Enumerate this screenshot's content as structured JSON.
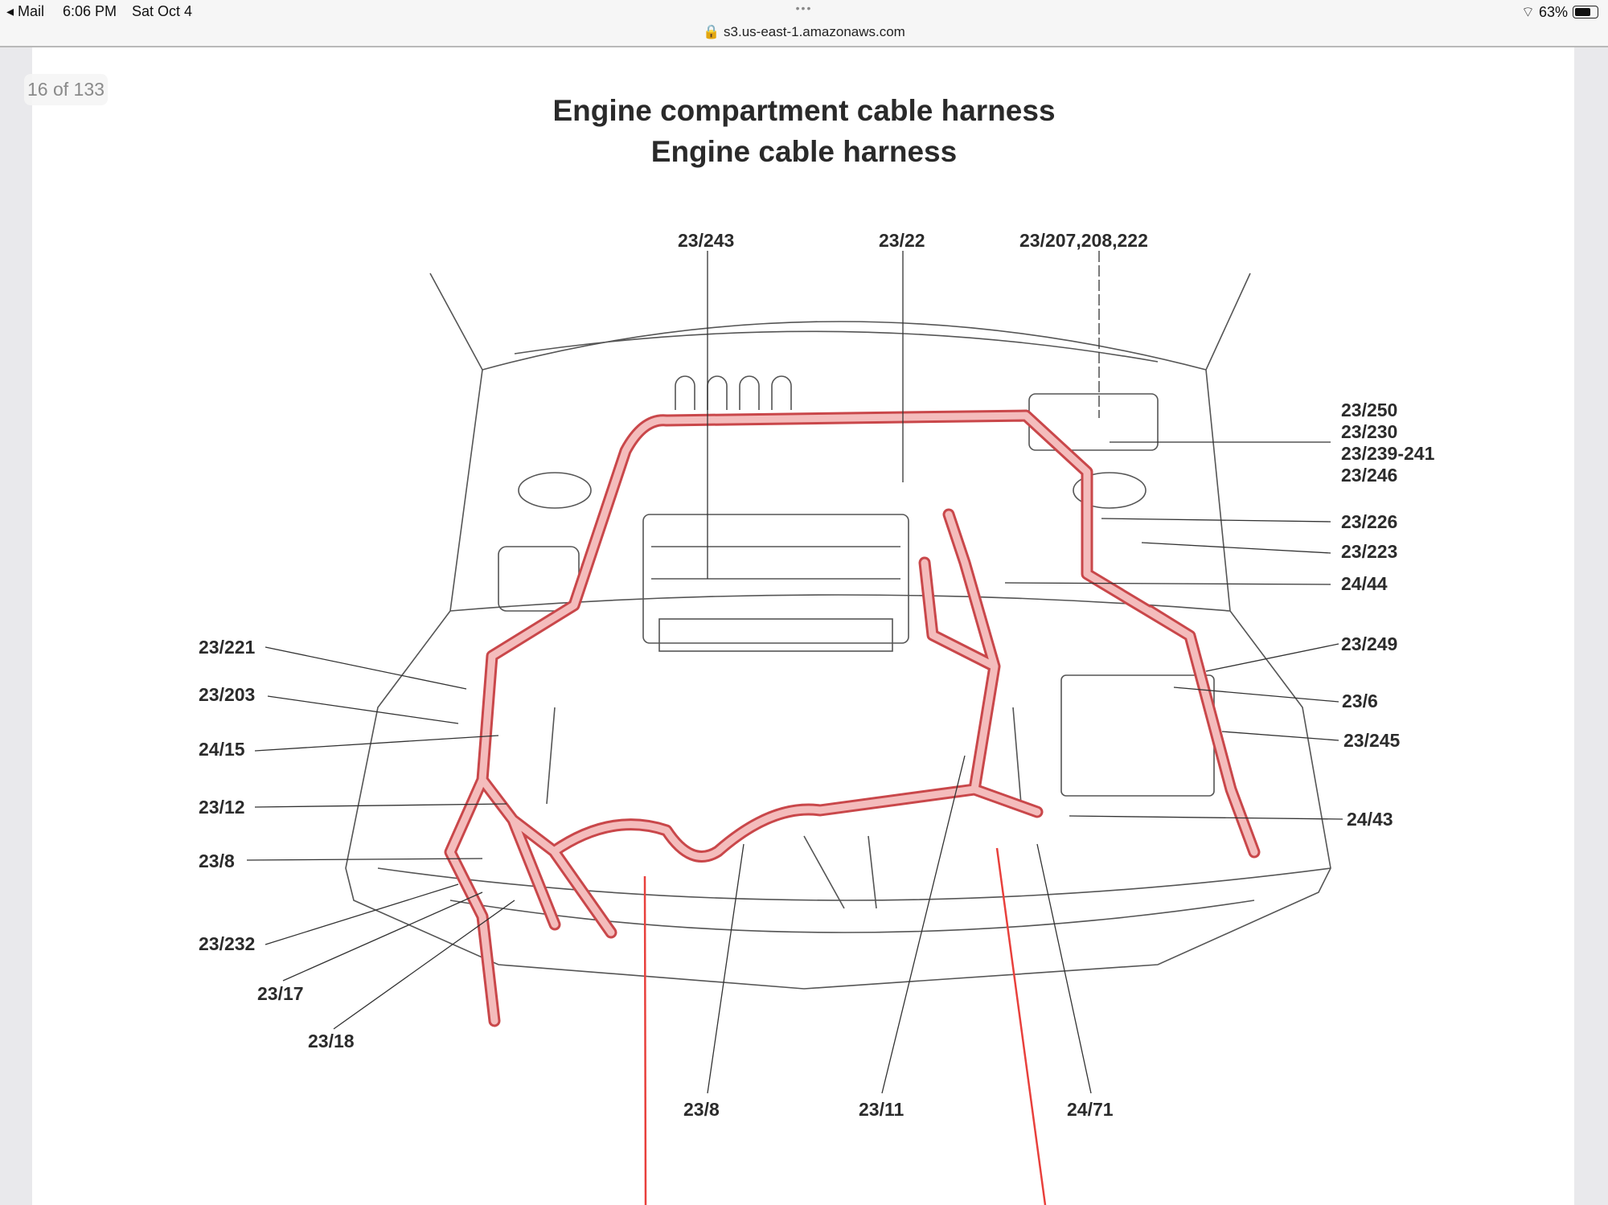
{
  "status_bar": {
    "back_app": "Mail",
    "time": "6:06 PM",
    "date": "Sat Oct 4",
    "battery": "63%",
    "battery_level": 0.63
  },
  "browser": {
    "url": "s3.us-east-1.amazonaws.com",
    "menu": "•••"
  },
  "page_indicator": "16 of 133",
  "document": {
    "title_line1": "Engine compartment cable harness",
    "title_line2": "Engine cable harness",
    "labels_top": [
      "23/243",
      "23/22",
      "23/207,208,222"
    ],
    "labels_right": [
      "23/250",
      "23/230",
      "23/239-241",
      "23/246",
      "23/226",
      "23/223",
      "24/44",
      "23/249",
      "23/6",
      "23/245",
      "24/43"
    ],
    "labels_left": [
      "23/221",
      "23/203",
      "24/15",
      "23/12",
      "23/8",
      "23/232",
      "23/17",
      "23/18"
    ],
    "labels_bottom": [
      "23/8",
      "23/11",
      "24/71"
    ]
  },
  "colors": {
    "harness": "#f2b4b4",
    "harness_edge": "#c9474a",
    "annotation": "#e8403c"
  }
}
